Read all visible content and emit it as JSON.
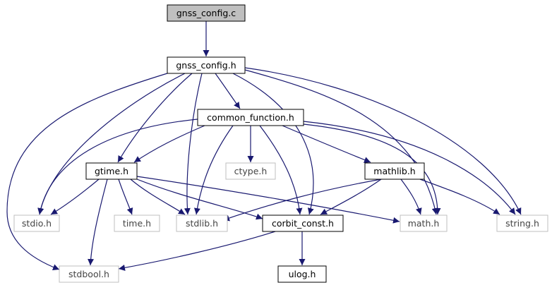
{
  "colors": {
    "edge": "#191970",
    "root_fill": "#bfbfbf",
    "node_border": "#000000",
    "system_border": "#bfbfbf",
    "node_fill": "#ffffff"
  },
  "nodes": {
    "gnss_config_c": {
      "label": "gnss_config.c",
      "kind": "root"
    },
    "gnss_config_h": {
      "label": "gnss_config.h",
      "kind": "local"
    },
    "common_function_h": {
      "label": "common_function.h",
      "kind": "local"
    },
    "gtime_h": {
      "label": "gtime.h",
      "kind": "local"
    },
    "ctype_h": {
      "label": "ctype.h",
      "kind": "system"
    },
    "mathlib_h": {
      "label": "mathlib.h",
      "kind": "local"
    },
    "stdio_h": {
      "label": "stdio.h",
      "kind": "system"
    },
    "time_h": {
      "label": "time.h",
      "kind": "system"
    },
    "stdlib_h": {
      "label": "stdlib.h",
      "kind": "system"
    },
    "corbit_const_h": {
      "label": "corbit_const.h",
      "kind": "local"
    },
    "math_h": {
      "label": "math.h",
      "kind": "system"
    },
    "string_h": {
      "label": "string.h",
      "kind": "system"
    },
    "stdbool_h": {
      "label": "stdbool.h",
      "kind": "system"
    },
    "ulog_h": {
      "label": "ulog.h",
      "kind": "local"
    }
  },
  "edges": [
    [
      "gnss_config_c",
      "gnss_config_h"
    ],
    [
      "gnss_config_h",
      "common_function_h"
    ],
    [
      "gnss_config_h",
      "gtime_h"
    ],
    [
      "gnss_config_h",
      "stdio_h"
    ],
    [
      "gnss_config_h",
      "stdlib_h"
    ],
    [
      "gnss_config_h",
      "corbit_const_h"
    ],
    [
      "gnss_config_h",
      "math_h"
    ],
    [
      "gnss_config_h",
      "string_h"
    ],
    [
      "gnss_config_h",
      "stdbool_h"
    ],
    [
      "common_function_h",
      "gtime_h"
    ],
    [
      "common_function_h",
      "ctype_h"
    ],
    [
      "common_function_h",
      "mathlib_h"
    ],
    [
      "common_function_h",
      "stdio_h"
    ],
    [
      "common_function_h",
      "stdlib_h"
    ],
    [
      "common_function_h",
      "corbit_const_h"
    ],
    [
      "common_function_h",
      "math_h"
    ],
    [
      "common_function_h",
      "string_h"
    ],
    [
      "gtime_h",
      "stdio_h"
    ],
    [
      "gtime_h",
      "time_h"
    ],
    [
      "gtime_h",
      "stdlib_h"
    ],
    [
      "gtime_h",
      "corbit_const_h"
    ],
    [
      "gtime_h",
      "math_h"
    ],
    [
      "gtime_h",
      "stdbool_h"
    ],
    [
      "mathlib_h",
      "stdlib_h"
    ],
    [
      "mathlib_h",
      "corbit_const_h"
    ],
    [
      "mathlib_h",
      "math_h"
    ],
    [
      "mathlib_h",
      "string_h"
    ],
    [
      "corbit_const_h",
      "stdbool_h"
    ],
    [
      "corbit_const_h",
      "ulog_h"
    ]
  ]
}
